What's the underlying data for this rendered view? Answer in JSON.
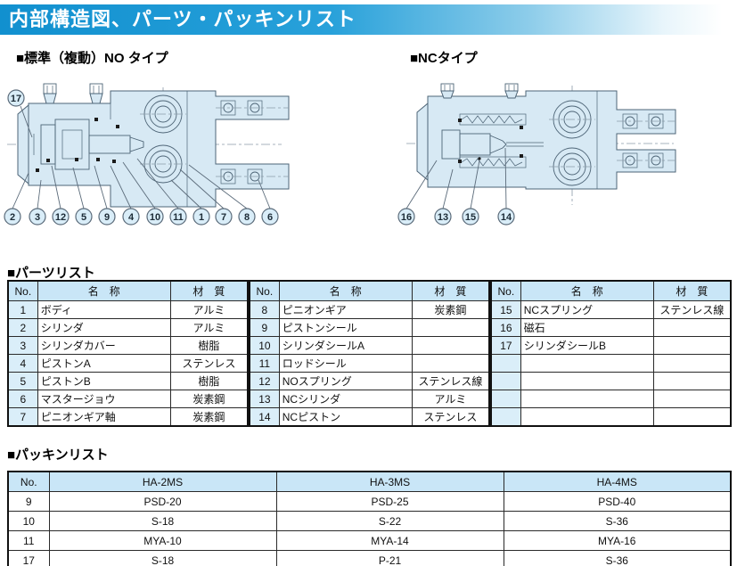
{
  "page": {
    "title": "内部構造図、パーツ・パッキンリスト",
    "section_no_type": "■標準（複動）NO タイプ",
    "section_nc_type": "■NCタイプ",
    "parts_list_heading": "■パーツリスト",
    "packing_list_heading": "■パッキンリスト"
  },
  "colors": {
    "header_blue": "#1190cf",
    "table_header_bg": "#c9e6f7",
    "no_column_bg": "#daeef9",
    "diagram_fill": "#d7e9f4"
  },
  "diagram_no": {
    "top_callout": "17",
    "bottom_callouts": [
      "2",
      "3",
      "12",
      "5",
      "9",
      "4",
      "10",
      "11",
      "1",
      "7",
      "8",
      "6"
    ]
  },
  "diagram_nc": {
    "bottom_callouts": [
      "16",
      "13",
      "15",
      "14"
    ]
  },
  "parts_table": {
    "headers": [
      "No.",
      "名　称",
      "材　質"
    ],
    "groups": [
      {
        "rows": [
          {
            "no": "1",
            "name": "ボディ",
            "material": "アルミ"
          },
          {
            "no": "2",
            "name": "シリンダ",
            "material": "アルミ"
          },
          {
            "no": "3",
            "name": "シリンダカバー",
            "material": "樹脂"
          },
          {
            "no": "4",
            "name": "ピストンA",
            "material": "ステンレス"
          },
          {
            "no": "5",
            "name": "ピストンB",
            "material": "樹脂"
          },
          {
            "no": "6",
            "name": "マスタージョウ",
            "material": "炭素鋼"
          },
          {
            "no": "7",
            "name": "ピニオンギア軸",
            "material": "炭素鋼"
          }
        ]
      },
      {
        "rows": [
          {
            "no": "8",
            "name": "ピニオンギア",
            "material": "炭素鋼"
          },
          {
            "no": "9",
            "name": "ピストンシール",
            "material": ""
          },
          {
            "no": "10",
            "name": "シリンダシールA",
            "material": ""
          },
          {
            "no": "11",
            "name": "ロッドシール",
            "material": ""
          },
          {
            "no": "12",
            "name": "NOスプリング",
            "material": "ステンレス線"
          },
          {
            "no": "13",
            "name": "NCシリンダ",
            "material": "アルミ"
          },
          {
            "no": "14",
            "name": "NCピストン",
            "material": "ステンレス"
          }
        ]
      },
      {
        "rows": [
          {
            "no": "15",
            "name": "NCスプリング",
            "material": "ステンレス線"
          },
          {
            "no": "16",
            "name": "磁石",
            "material": ""
          },
          {
            "no": "17",
            "name": "シリンダシールB",
            "material": ""
          },
          {
            "no": "",
            "name": "",
            "material": ""
          },
          {
            "no": "",
            "name": "",
            "material": ""
          },
          {
            "no": "",
            "name": "",
            "material": ""
          },
          {
            "no": "",
            "name": "",
            "material": ""
          }
        ]
      }
    ]
  },
  "packing_table": {
    "headers": [
      "No.",
      "HA-2MS",
      "HA-3MS",
      "HA-4MS"
    ],
    "rows": [
      {
        "no": "9",
        "ha2ms": "PSD-20",
        "ha3ms": "PSD-25",
        "ha4ms": "PSD-40"
      },
      {
        "no": "10",
        "ha2ms": "S-18",
        "ha3ms": "S-22",
        "ha4ms": "S-36"
      },
      {
        "no": "11",
        "ha2ms": "MYA-10",
        "ha3ms": "MYA-14",
        "ha4ms": "MYA-16"
      },
      {
        "no": "17",
        "ha2ms": "S-18",
        "ha3ms": "P-21",
        "ha4ms": "S-36"
      }
    ]
  }
}
